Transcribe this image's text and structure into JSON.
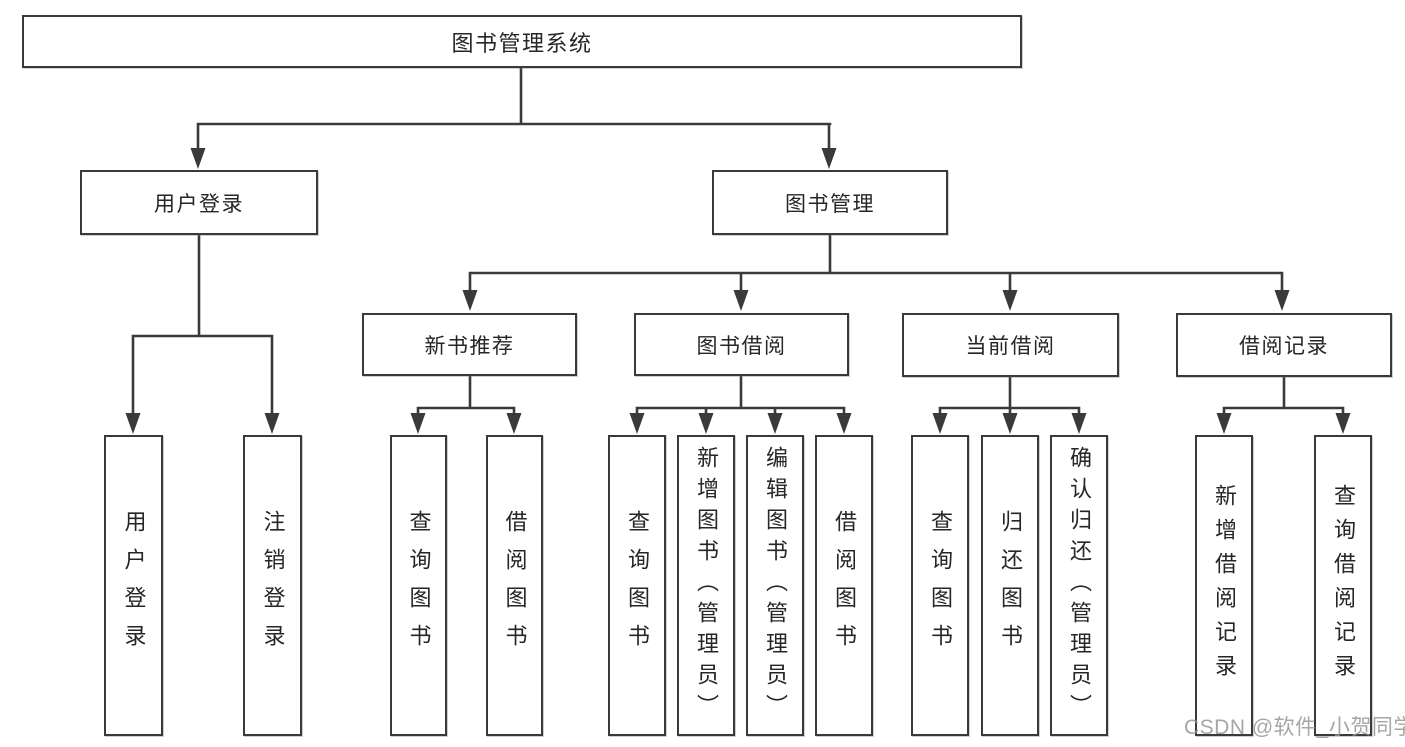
{
  "diagram": {
    "title": "图书管理系统",
    "level2": {
      "user_login": "用户登录",
      "book_management": "图书管理"
    },
    "level3": {
      "new_book_recommend": "新书推荐",
      "book_borrowing": "图书借阅",
      "current_borrowing": "当前借阅",
      "borrowing_records": "借阅记录"
    },
    "leaves": {
      "user_login": "用户登录",
      "logout": "注销登录",
      "rec_query_books": "查询图书",
      "rec_borrow_books": "借阅图书",
      "bor_query_books": "查询图书",
      "bor_add_books_admin": "新增图书（管理员）",
      "bor_edit_books_admin": "编辑图书（管理员）",
      "bor_borrow_books": "借阅图书",
      "cur_query_books": "查询图书",
      "cur_return_books": "归还图书",
      "cur_confirm_return_admin": "确认归还（管理员）",
      "log_add_borrow_record": "新增借阅记录",
      "log_query_borrow_record": "查询借阅记录"
    },
    "watermark": "CSDN @软件_小贺同学"
  },
  "colors": {
    "line": "#3a3a3a",
    "box_border": "#3a3a3a",
    "box_fill": "#ffffff",
    "text": "#262626",
    "watermark": "#9a9a9a"
  }
}
